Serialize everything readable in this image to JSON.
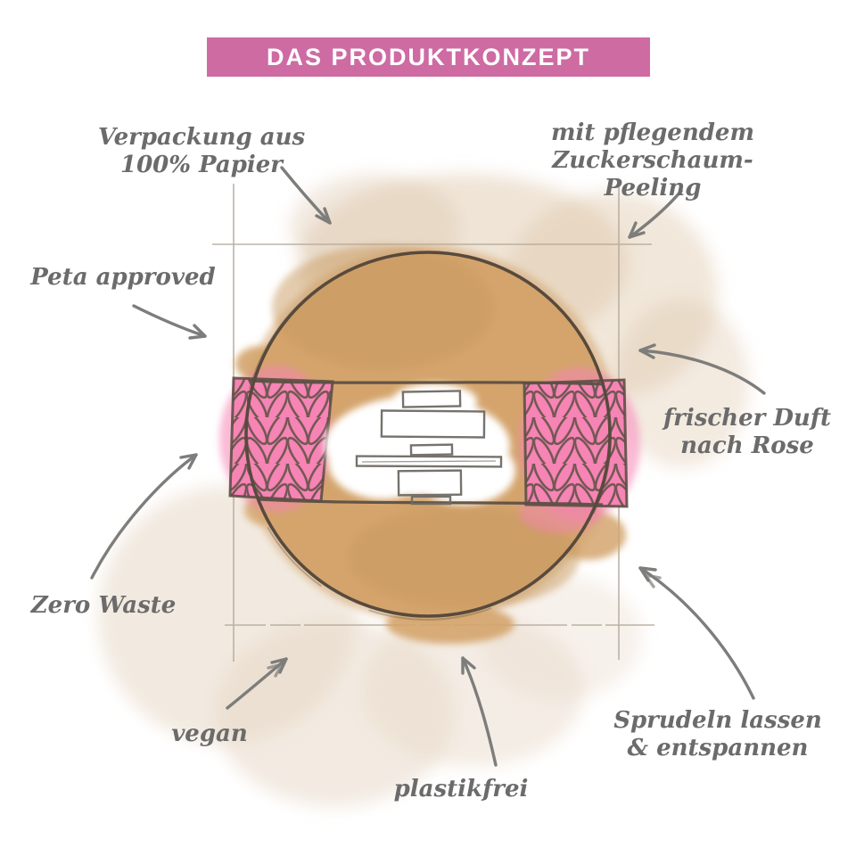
{
  "header": {
    "title": "DAS PRODUKTKONZEPT"
  },
  "annotations": {
    "packaging": "Verpackung aus\n100% Papier",
    "peeling": "mit pflegendem\nZuckerschaum-Peeling",
    "peta": "Peta approved",
    "scent": "frischer Duft\nnach Rose",
    "zero_waste": "Zero Waste",
    "vegan": "vegan",
    "plastic_free": "plastikfrei",
    "fizz": "Sprudeln lassen\n& entspannen"
  },
  "colors": {
    "banner_bg": "#ce6ba3",
    "banner_text": "#ffffff",
    "text": "#6b6b6b",
    "arrow": "#7d7d7b",
    "guide": "#b5ab9e",
    "sketch": "#5d5044",
    "tan": "#d4a46c",
    "tan_dark": "#c89a60",
    "pink": "#f684b4",
    "wash": "#dfc9ae",
    "wash_light": "#e7d8c6",
    "label_bg": "#ffffff"
  }
}
